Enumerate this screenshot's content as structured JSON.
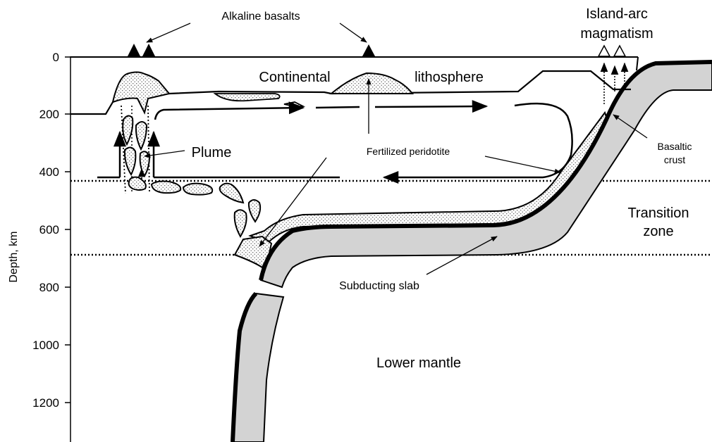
{
  "axis": {
    "label": "Depth, km",
    "ticks": [
      "0",
      "200",
      "400",
      "600",
      "800",
      "1000",
      "1200"
    ]
  },
  "labels": {
    "alkaline_basalts": "Alkaline basalts",
    "island_arc_line1": "Island-arc",
    "island_arc_line2": "magmatism",
    "continental": "Continental",
    "lithosphere": "lithosphere",
    "plume": "Plume",
    "fertilized_peridotite": "Fertilized peridotite",
    "basaltic_line1": "Basaltic",
    "basaltic_line2": "crust",
    "transition_line1": "Transition",
    "transition_line2": "zone",
    "subducting_slab": "Subducting slab",
    "lower_mantle": "Lower mantle"
  },
  "colors": {
    "slab_fill": "#d3d3d3",
    "stipple": "#555555",
    "line": "#000000"
  }
}
